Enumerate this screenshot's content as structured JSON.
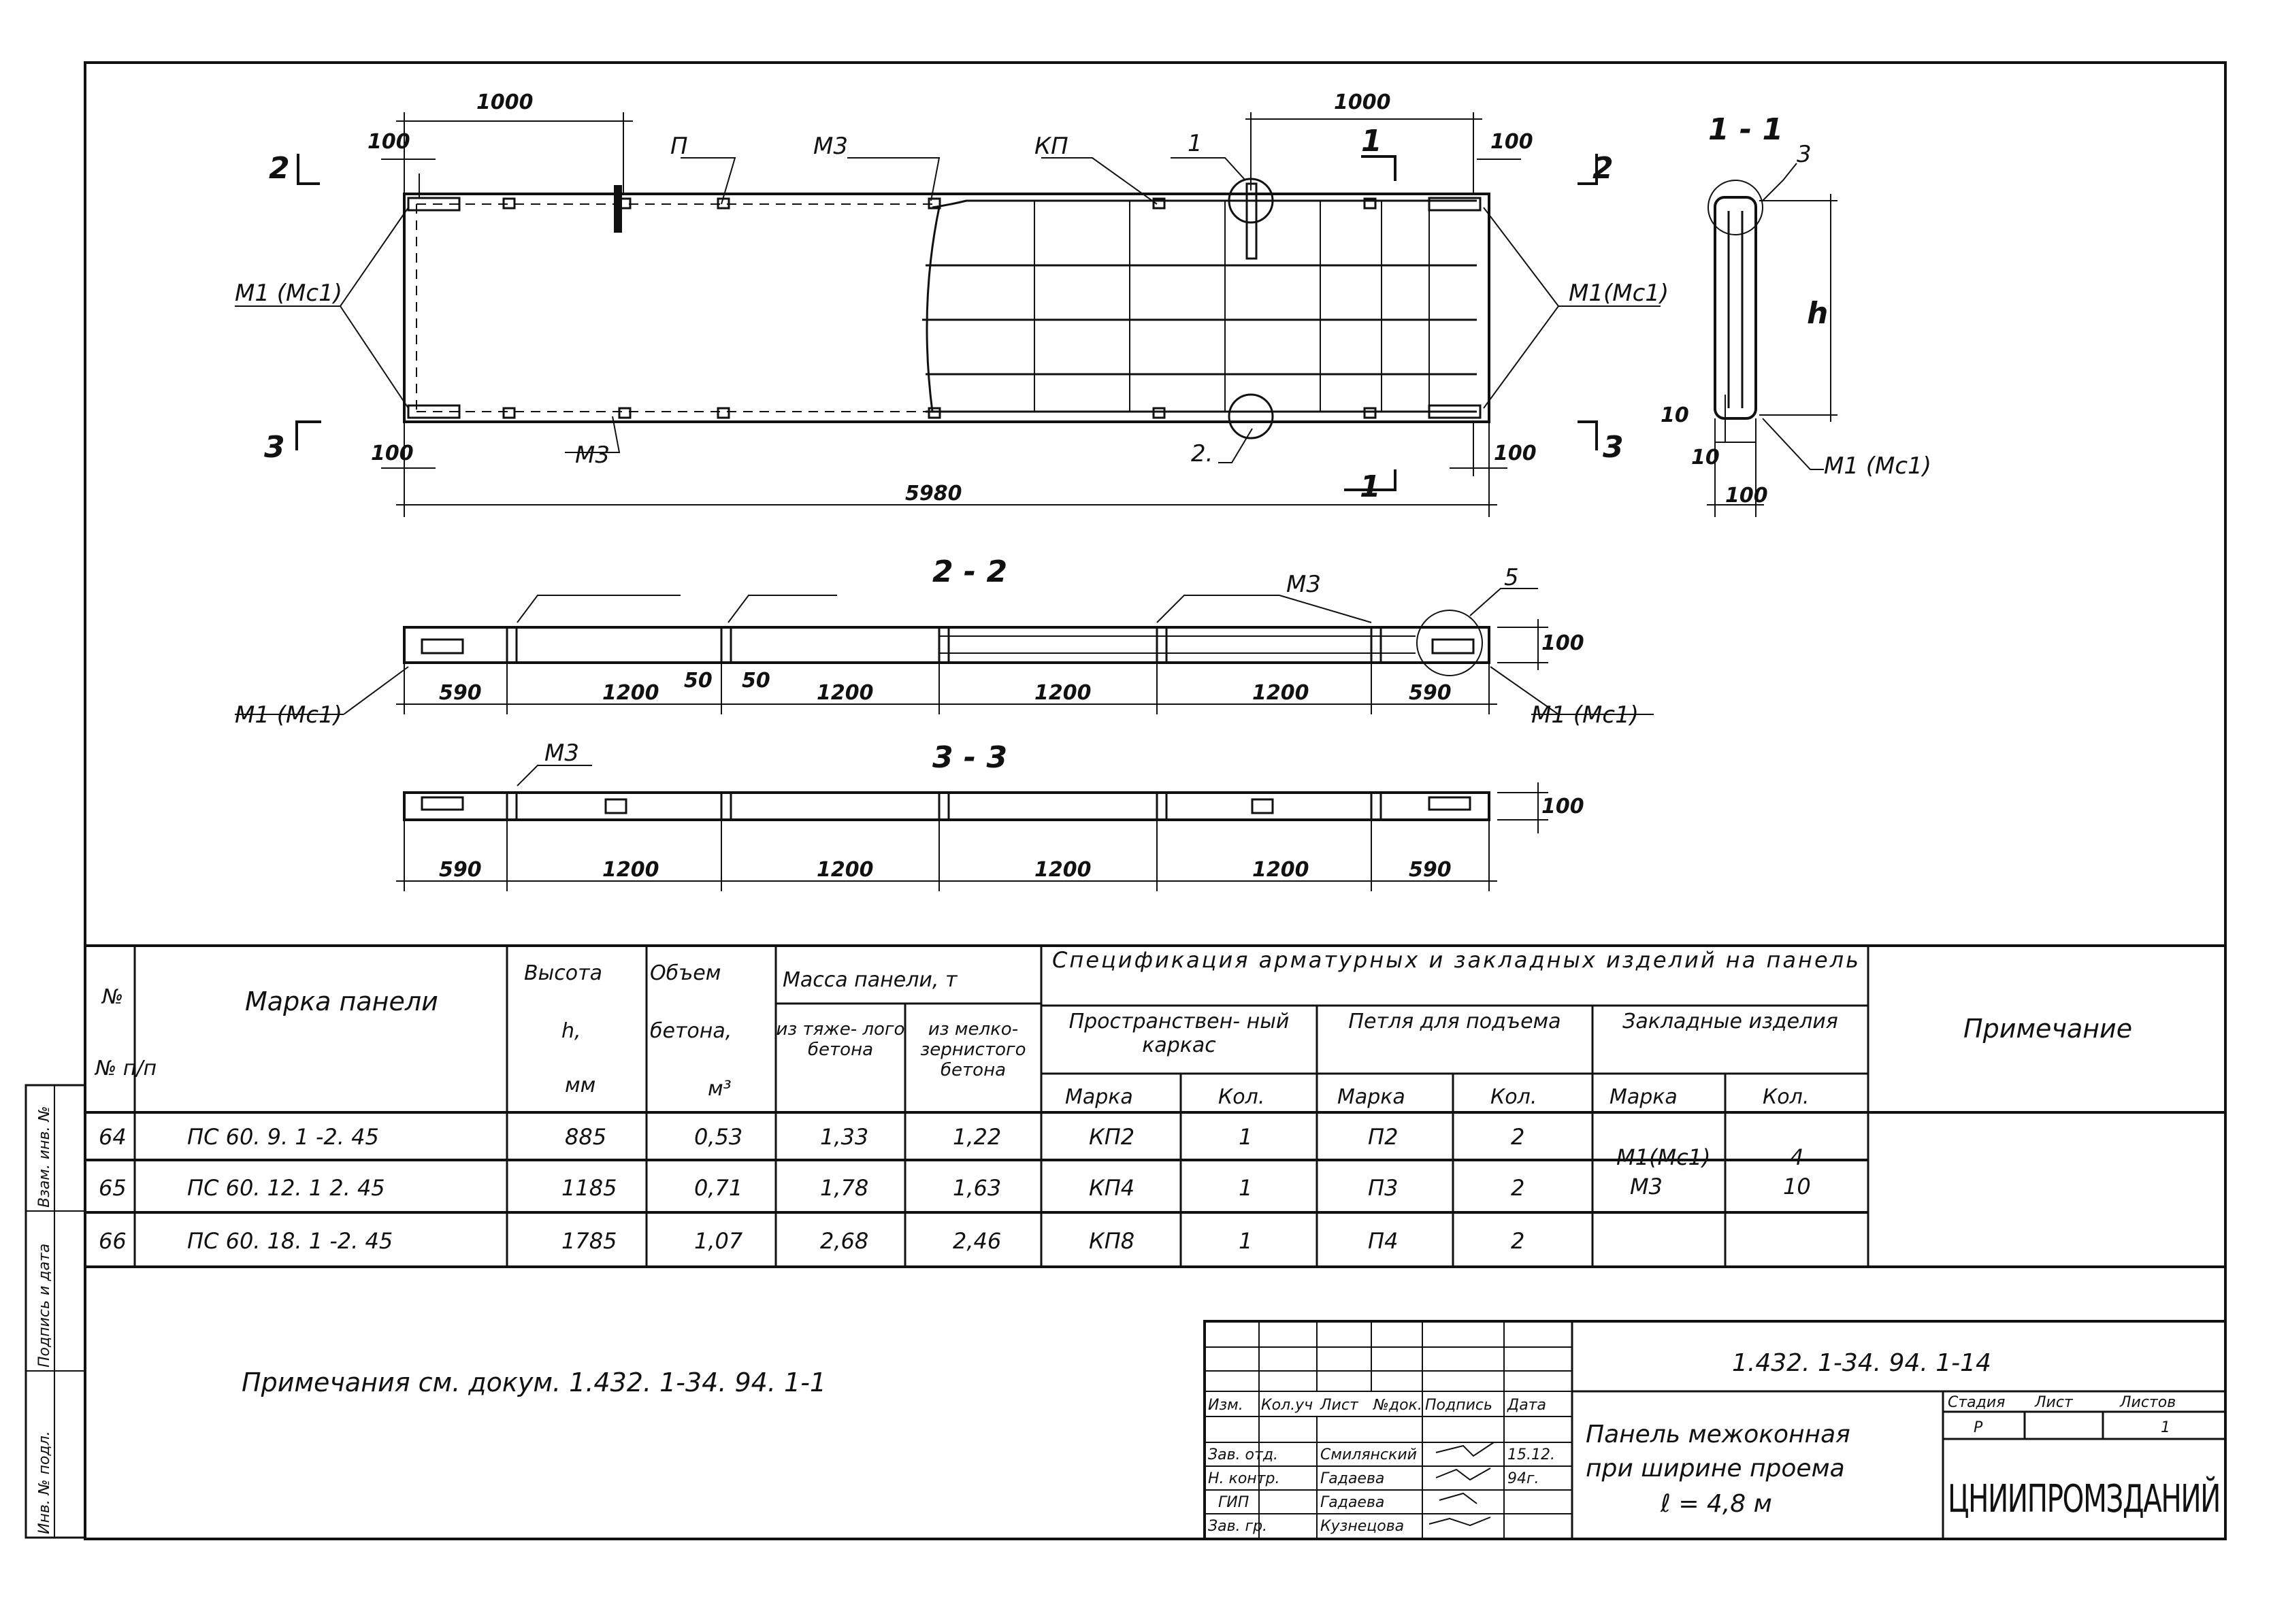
{
  "drawing": {
    "plan": {
      "dims": {
        "top_left": "1000",
        "top_right": "1000",
        "edge_tl": "100",
        "edge_tr": "100",
        "edge_bl": "100",
        "edge_br": "100",
        "overall": "5980"
      },
      "labels": {
        "p": "П",
        "m3_top": "М3",
        "kp": "КП",
        "callout_1": "1",
        "cut_1_top": "1",
        "cut_1_bottom": "1",
        "cut_2_left": "2",
        "cut_2_right": "2",
        "cut_3_left": "3",
        "cut_3_right": "3",
        "m1_left": "М1 (Мс1)",
        "m1_right": "М1(Мс1)",
        "m3_bottom": "М3",
        "callout_2": "2."
      }
    },
    "section_1_1": {
      "title": "1 - 1",
      "callout_3": "3",
      "h": "h",
      "dim_10a": "10",
      "dim_10b": "10",
      "dim_100": "100",
      "m1": "М1 (Мс1)"
    },
    "section_2_2": {
      "title": "2 - 2",
      "m3": "М3",
      "callout_5": "5",
      "height": "100",
      "m1_left": "М1 (Мс1)",
      "m1_right": "М1 (Мс1)",
      "dims": [
        "590",
        "1200",
        "1200",
        "1200",
        "1200",
        "590"
      ],
      "small_50a": "50",
      "small_50b": "50"
    },
    "section_3_3": {
      "title": "3 - 3",
      "m3": "М3",
      "height": "100",
      "dims": [
        "590",
        "1200",
        "1200",
        "1200",
        "1200",
        "590"
      ]
    }
  },
  "spec_table": {
    "headers": {
      "num": "№ п/п",
      "mark": "Марка панели",
      "height_title": "Высота",
      "height_sym": "h,",
      "height_unit": "мм",
      "volume_title": "Объем",
      "volume_sub": "бетона,",
      "volume_unit": "м³",
      "mass_title": "Масса панели, т",
      "mass_heavy": "из тяже- лого бетона",
      "mass_fine": "из мелко- зернистого бетона",
      "spec_title": "Спецификация арматурных и закладных изделий на панель",
      "frame": "Пространствен- ный каркас",
      "loop": "Петля для подъема",
      "embed": "Закладные изделия",
      "sub_mark": "Марка",
      "sub_qty": "Кол.",
      "note": "Примечание"
    },
    "rows": [
      {
        "num": "64",
        "mark": "ПС 60. 9. 1 -2. 45",
        "h": "885",
        "vol": "0,53",
        "m_heavy": "1,33",
        "m_fine": "1,22",
        "frame_mark": "КП2",
        "frame_qty": "1",
        "loop_mark": "П2",
        "loop_qty": "2"
      },
      {
        "num": "65",
        "mark": "ПС 60. 12. 1 2. 45",
        "h": "1185",
        "vol": "0,71",
        "m_heavy": "1,78",
        "m_fine": "1,63",
        "frame_mark": "КП4",
        "frame_qty": "1",
        "loop_mark": "П3",
        "loop_qty": "2"
      },
      {
        "num": "66",
        "mark": "ПС 60. 18. 1 -2. 45",
        "h": "1785",
        "vol": "1,07",
        "m_heavy": "2,68",
        "m_fine": "2,46",
        "frame_mark": "КП8",
        "frame_qty": "1",
        "loop_mark": "П4",
        "loop_qty": "2"
      }
    ],
    "embed_marks": [
      "М1(Мс1)",
      "М3"
    ],
    "embed_qtys": [
      "4",
      "10"
    ]
  },
  "note_text": "Примечания см. докум. 1.432. 1-34. 94. 1-1",
  "side_stamp": [
    "Инв. № подл.",
    "Подпись и дата",
    "Взам. инв. №"
  ],
  "title_block": {
    "doc_code": "1.432. 1-34. 94. 1-14",
    "cols": [
      "Изм.",
      "Кол.уч",
      "Лист",
      "№док.",
      "Подпись",
      "Дата"
    ],
    "staff": [
      {
        "role": "Зав. отд.",
        "name": "Смилянский",
        "date": "15.12."
      },
      {
        "role": "Н. контр.",
        "name": "Гадаева",
        "date": "94г."
      },
      {
        "role": "ГИП",
        "name": "Гадаева",
        "date": ""
      },
      {
        "role": "Зав. гр.",
        "name": "Кузнецова",
        "date": ""
      }
    ],
    "title_line1": "Панель межоконная",
    "title_line2": "при ширине проема",
    "title_line3": "ℓ = 4,8 м",
    "stage_label": "Стадия",
    "sheet_label": "Лист",
    "sheets_label": "Листов",
    "stage": "Р",
    "sheet": "",
    "sheets": "1",
    "org": "ЦНИИПРОМЗДАНИЙ"
  }
}
